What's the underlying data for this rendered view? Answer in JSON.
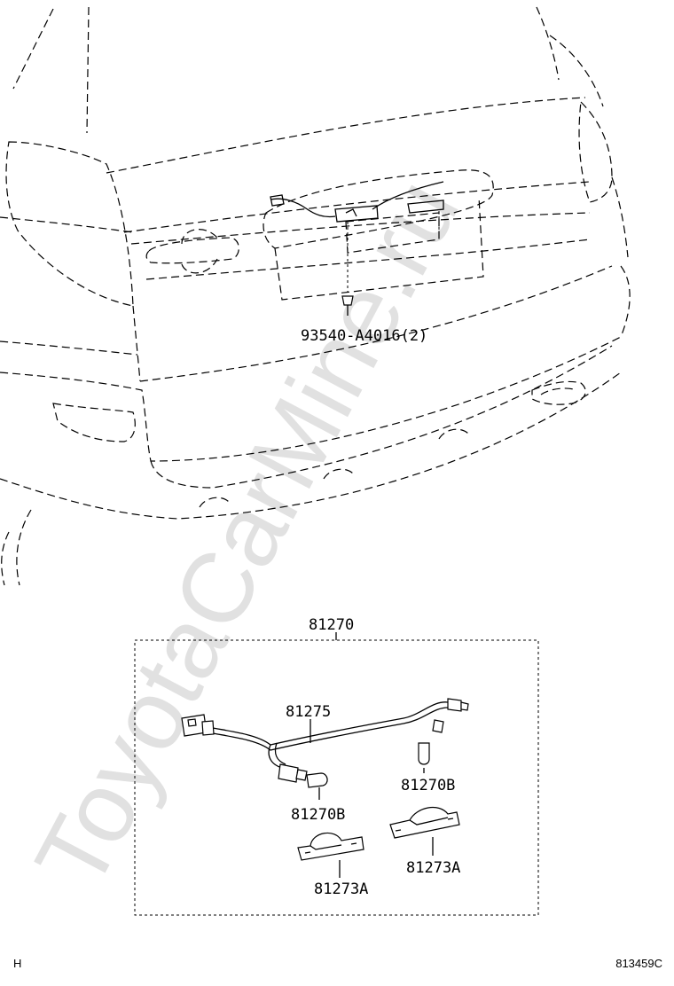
{
  "part_labels": {
    "clip": "93540-A4016(2)",
    "assembly": "81270",
    "wire": "81275",
    "bulb_right": "81270B",
    "bulb_left": "81270B",
    "lens_right": "81273A",
    "lens_left": "81273A"
  },
  "footer": {
    "left_code": "H",
    "diagram_id": "813459C"
  },
  "watermark": "ToyotaCarMine.ru"
}
